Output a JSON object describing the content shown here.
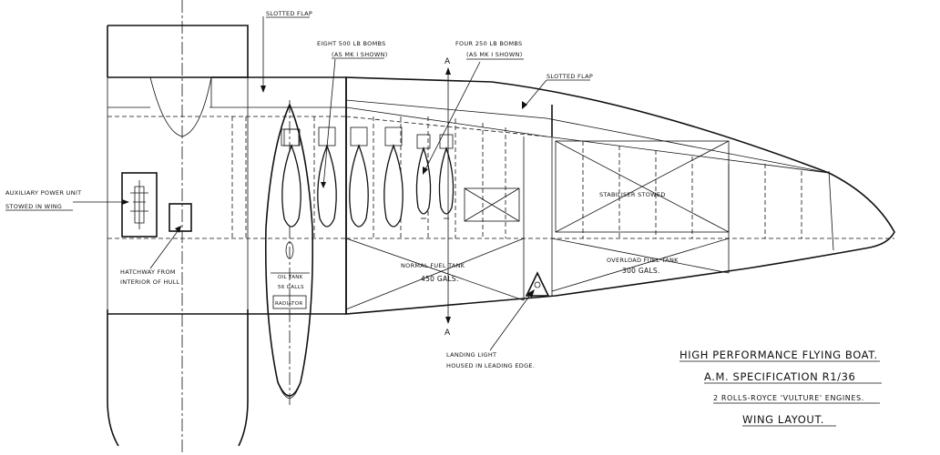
{
  "labels": {
    "slotted_flap_inner": "SLOTTED FLAP",
    "slotted_flap_outer": "SLOTTED FLAP",
    "bombs_500_line1": "EIGHT 500 LB BOMBS",
    "bombs_500_line2": "(AS MK I SHOWN)",
    "bombs_250_line1": "FOUR 250 LB BOMBS",
    "bombs_250_line2": "(AS MK I SHOWN)",
    "apu_line1": "AUXILIARY POWER UNIT",
    "apu_line2": "STOWED IN WING",
    "hatchway_line1": "HATCHWAY FROM",
    "hatchway_line2": "INTERIOR OF HULL",
    "oil_tank_line1": "OIL TANK",
    "oil_tank_line2": "56 GALLS",
    "radiator": "RADIATOR",
    "normal_tank_line1": "NORMAL FUEL TANK",
    "normal_tank_line2": "450 GALS.",
    "overload_tank_line1": "OVERLOAD FUEL TANK",
    "overload_tank_line2": "300 GALS.",
    "stabiliser": "STABILISER STOWED",
    "landing_line1": "LANDING LIGHT",
    "landing_line2": "HOUSED IN LEADING EDGE.",
    "section_top": "A",
    "section_bottom": "A"
  },
  "title_block": {
    "line1": "HIGH PERFORMANCE FLYING BOAT.",
    "line2": "A.M. SPECIFICATION R1/36",
    "line3": "2 ROLLS-ROYCE 'VULTURE' ENGINES.",
    "line4": "WING LAYOUT."
  }
}
